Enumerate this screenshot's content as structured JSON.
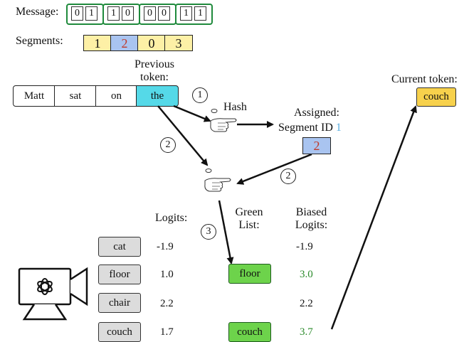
{
  "message": {
    "label": "Message:",
    "bits": [
      "0",
      "1",
      "1",
      "0",
      "0",
      "0",
      "1",
      "1"
    ]
  },
  "segments": {
    "label": "Segments:",
    "values": [
      "1",
      "2",
      "0",
      "3"
    ]
  },
  "previous_token_label": "Previous\ntoken:",
  "tokens": [
    "Matt",
    "sat",
    "on",
    "the"
  ],
  "steps": {
    "one": "1",
    "two": "2",
    "three": "3"
  },
  "hash_label": "Hash",
  "assigned": {
    "line1": "Assigned:",
    "line2": "Segment ID",
    "id": "1",
    "value": "2"
  },
  "current_token": {
    "label": "Current token:",
    "value": "couch"
  },
  "headers": {
    "logits": "Logits:",
    "green_list": "Green\nList:",
    "biased_logits": "Biased\nLogits:"
  },
  "rows": [
    {
      "word": "cat",
      "logit": "-1.9",
      "green": "",
      "biased": "-1.9"
    },
    {
      "word": "floor",
      "logit": "1.0",
      "green": "floor",
      "biased": "3.0"
    },
    {
      "word": "chair",
      "logit": "2.2",
      "green": "",
      "biased": "2.2"
    },
    {
      "word": "couch",
      "logit": "1.7",
      "green": "couch",
      "biased": "3.7"
    }
  ],
  "colors": {
    "green_border": "#1f8a3c",
    "seg_yellow": "#fdf0a6",
    "seg_blue": "#a9c4f0",
    "seg_red": "#c0392b",
    "token_cyan": "#55d9e8",
    "current_gold": "#f7d14c",
    "green_fill": "#6dd34b",
    "green_text": "#2a8a2a"
  },
  "icons": [
    "hand-pointing-icon",
    "hand-pointing-icon",
    "chatbot-monitor-icon"
  ]
}
